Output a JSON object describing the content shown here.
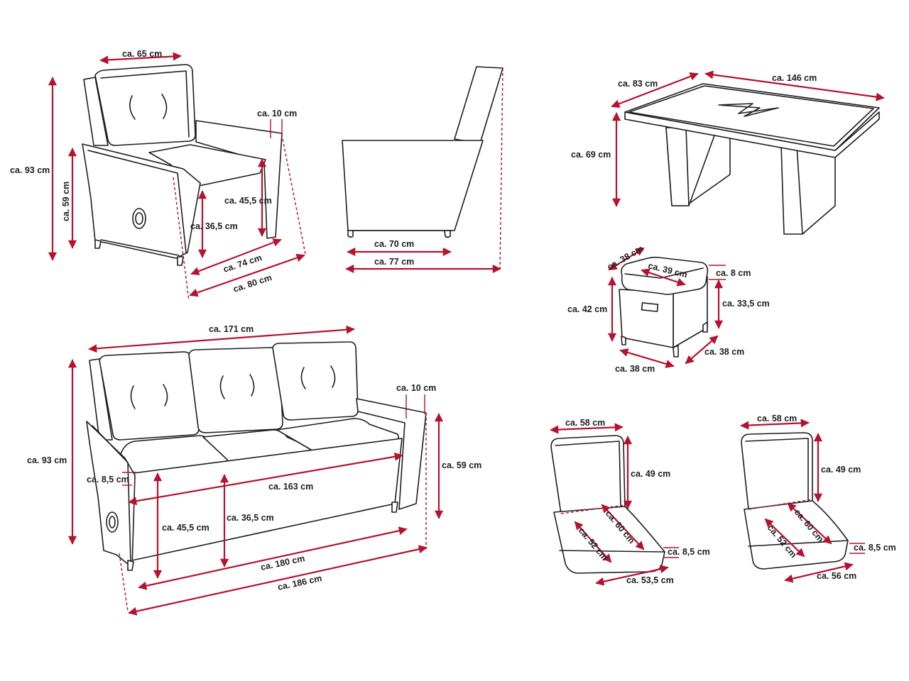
{
  "colors": {
    "dimension": "#b5122e",
    "outline": "#1e1e1e",
    "background": "#ffffff"
  },
  "armchair": {
    "width_top": "ca. 65 cm",
    "height_total": "ca. 93 cm",
    "height_armrest": "ca. 59 cm",
    "armrest_width": "ca. 10 cm",
    "seat_height": "ca. 45,5 cm",
    "seat_height_inner": "ca. 36,5 cm",
    "depth_inner": "ca. 74 cm",
    "depth_total": "ca. 80 cm"
  },
  "armchair_side": {
    "depth_inner": "ca. 70 cm",
    "depth_total": "ca. 77 cm"
  },
  "table": {
    "depth": "ca. 83 cm",
    "length": "ca. 146 cm",
    "height": "ca. 69 cm"
  },
  "stool": {
    "depth_top": "ca. 38 cm",
    "cushion_width": "ca. 39 cm",
    "cushion_height": "ca. 8 cm",
    "height_total": "ca. 42 cm",
    "height_body": "ca. 33,5 cm",
    "width_bottom": "ca. 38 cm",
    "depth_bottom": "ca. 38 cm"
  },
  "sofa": {
    "width_top": "ca. 171 cm",
    "armrest_width": "ca. 10 cm",
    "height_total": "ca. 93 cm",
    "height_armrest": "ca. 59 cm",
    "cushion_thickness": "ca. 8,5 cm",
    "seat_width": "ca. 163 cm",
    "seat_height": "ca. 45,5 cm",
    "seat_height_inner": "ca. 36,5 cm",
    "width_inner": "ca. 180 cm",
    "width_total": "ca. 186 cm"
  },
  "cushion_1": {
    "width_top": "ca. 58 cm",
    "back_height": "ca. 49 cm",
    "seat_depth_a": "ca. 52 cm",
    "seat_depth_b": "ca. 60 cm",
    "thickness": "ca. 8,5 cm",
    "width_bottom": "ca. 53,5 cm"
  },
  "cushion_2": {
    "width_top": "ca. 58 cm",
    "back_height": "ca. 49 cm",
    "seat_depth_a": "ca. 52 cm",
    "seat_depth_b": "ca. 60 cm",
    "thickness": "ca. 8,5 cm",
    "width_bottom": "ca. 56 cm"
  }
}
